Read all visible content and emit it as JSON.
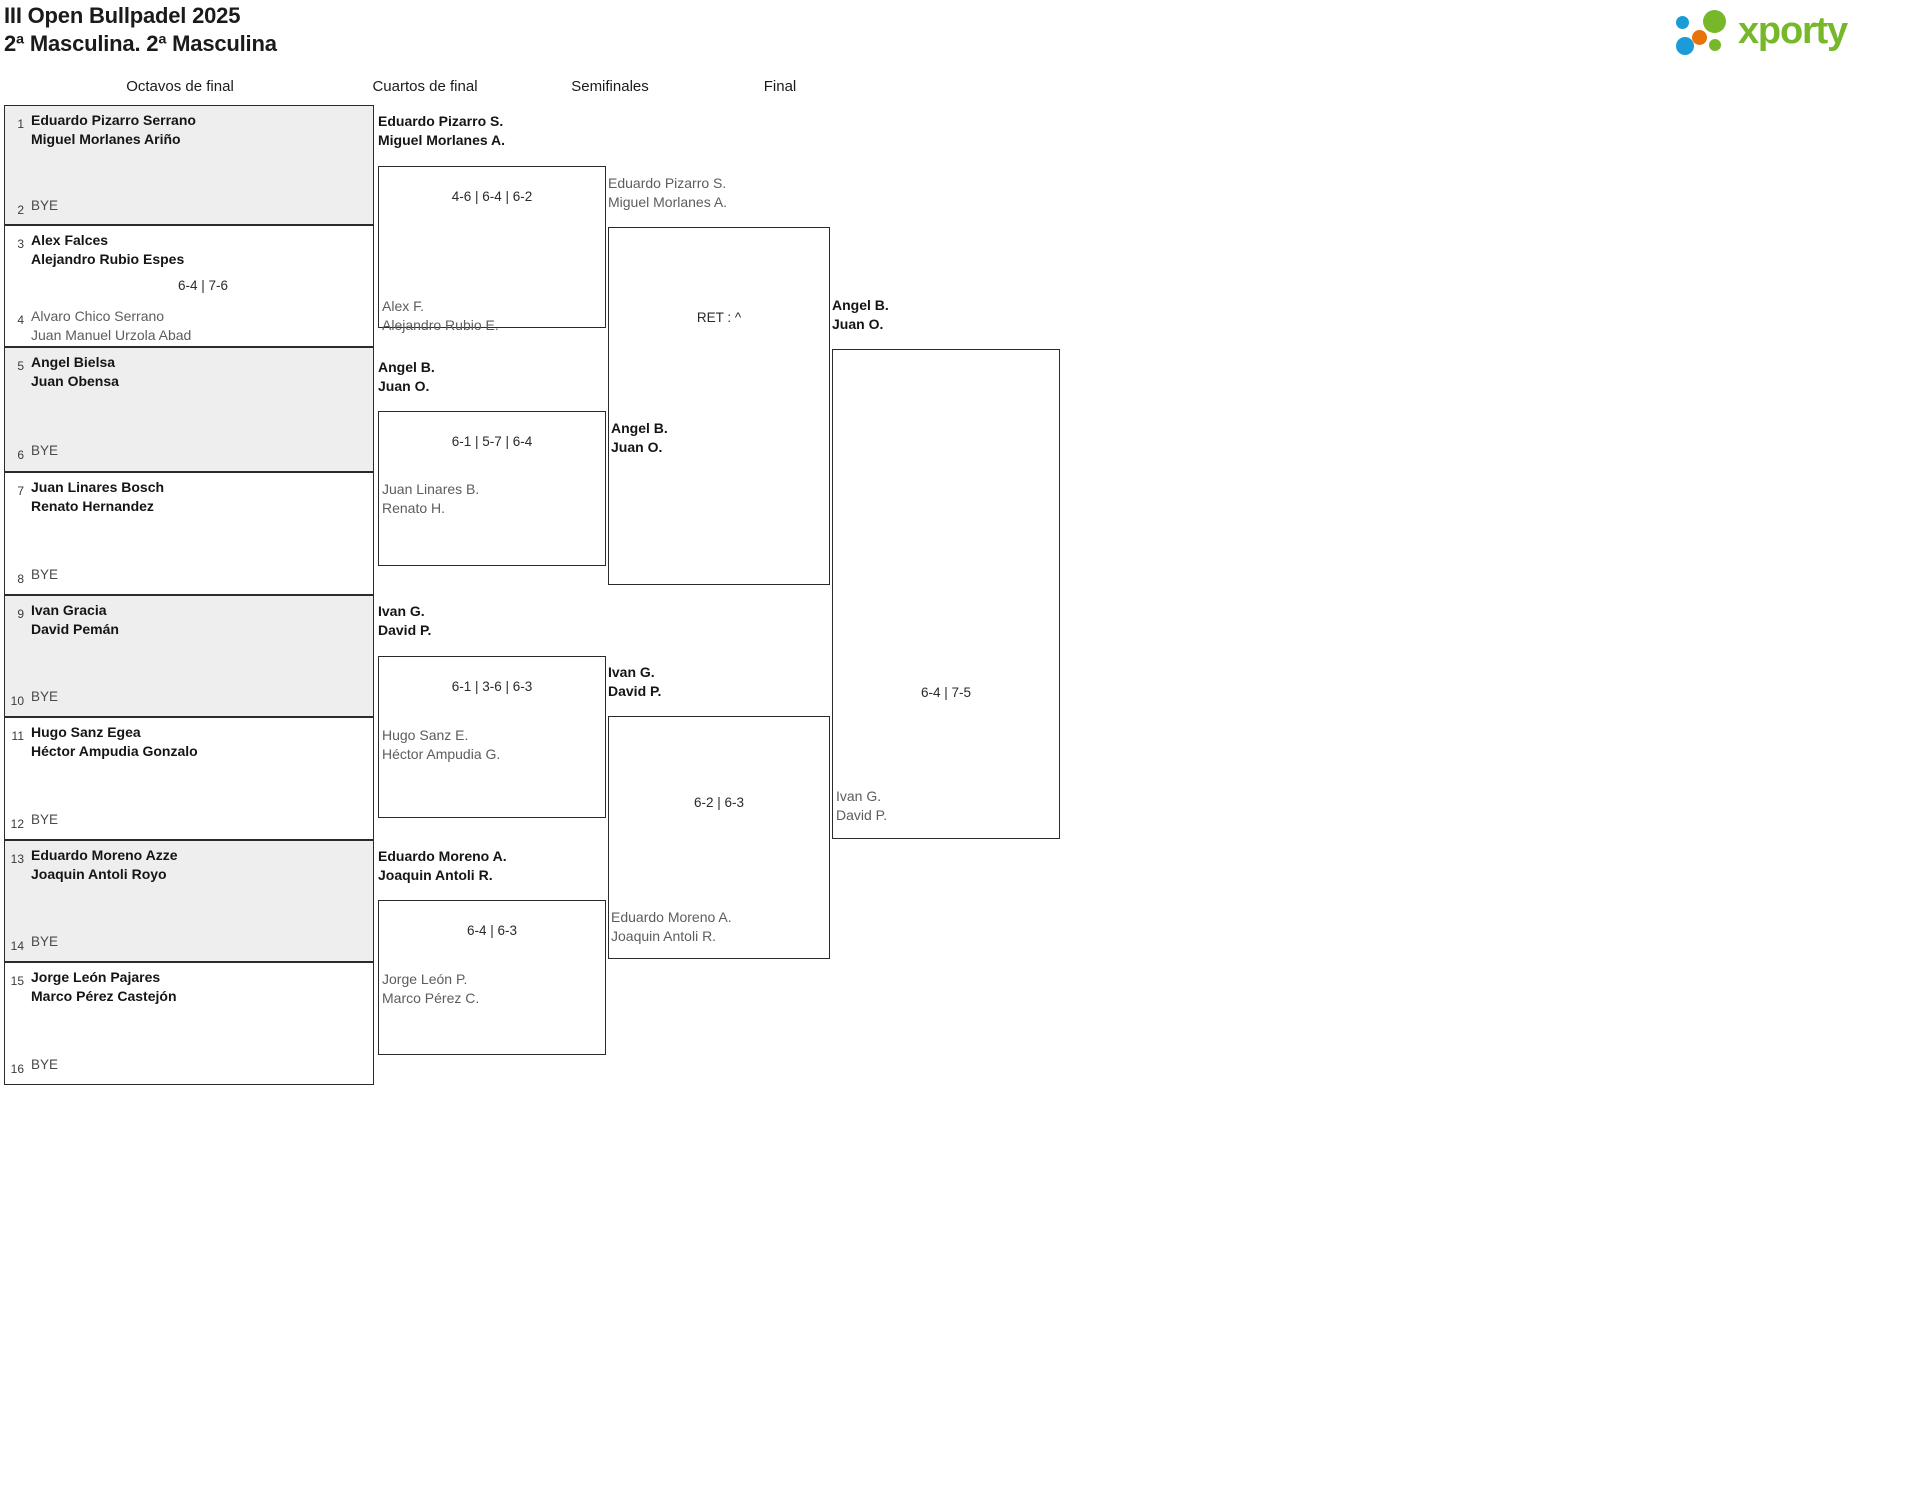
{
  "header": {
    "title_line1": "III Open Bullpadel 2025",
    "title_line2": "2ª Masculina. 2ª Masculina",
    "logo_text": "xporty",
    "logo_colors": {
      "green": "#76b82a",
      "blue": "#1b9bd8",
      "orange": "#e8730c"
    }
  },
  "rounds": [
    {
      "label": "Octavos de final"
    },
    {
      "label": "Cuartos de final"
    },
    {
      "label": "Semifinales"
    },
    {
      "label": "Final"
    }
  ],
  "round1": [
    {
      "seed_top": "1",
      "seed_bottom": "2",
      "top": {
        "p1": "Eduardo Pizarro Serrano",
        "p2": "Miguel Morlanes Ariño",
        "result": "winner"
      },
      "bottom": {
        "p1": "BYE",
        "p2": "",
        "result": "bye"
      },
      "score": "",
      "shaded": true
    },
    {
      "seed_top": "3",
      "seed_bottom": "4",
      "top": {
        "p1": "Alex Falces",
        "p2": "Alejandro Rubio Espes",
        "result": "winner"
      },
      "bottom": {
        "p1": "Alvaro Chico Serrano",
        "p2": "Juan Manuel Urzola Abad",
        "result": "loser"
      },
      "score": "6-4 | 7-6",
      "shaded": false
    },
    {
      "seed_top": "5",
      "seed_bottom": "6",
      "top": {
        "p1": "Angel Bielsa",
        "p2": "Juan Obensa",
        "result": "winner"
      },
      "bottom": {
        "p1": "BYE",
        "p2": "",
        "result": "bye"
      },
      "score": "",
      "shaded": true
    },
    {
      "seed_top": "7",
      "seed_bottom": "8",
      "top": {
        "p1": "Juan Linares Bosch",
        "p2": "Renato Hernandez",
        "result": "winner"
      },
      "bottom": {
        "p1": "BYE",
        "p2": "",
        "result": "bye"
      },
      "score": "",
      "shaded": false
    },
    {
      "seed_top": "9",
      "seed_bottom": "10",
      "top": {
        "p1": "Ivan Gracia",
        "p2": "David Pemán",
        "result": "winner"
      },
      "bottom": {
        "p1": "BYE",
        "p2": "",
        "result": "bye"
      },
      "score": "",
      "shaded": true
    },
    {
      "seed_top": "11",
      "seed_bottom": "12",
      "top": {
        "p1": "Hugo Sanz Egea",
        "p2": "Héctor Ampudia Gonzalo",
        "result": "winner"
      },
      "bottom": {
        "p1": "BYE",
        "p2": "",
        "result": "bye"
      },
      "score": "",
      "shaded": false
    },
    {
      "seed_top": "13",
      "seed_bottom": "14",
      "top": {
        "p1": "Eduardo Moreno Azze",
        "p2": "Joaquin Antoli Royo",
        "result": "winner"
      },
      "bottom": {
        "p1": "BYE",
        "p2": "",
        "result": "bye"
      },
      "score": "",
      "shaded": true
    },
    {
      "seed_top": "15",
      "seed_bottom": "16",
      "top": {
        "p1": "Jorge León Pajares",
        "p2": "Marco Pérez Castejón",
        "result": "winner"
      },
      "bottom": {
        "p1": "BYE",
        "p2": "",
        "result": "bye"
      },
      "score": "",
      "shaded": false
    }
  ],
  "round2": [
    {
      "top": {
        "p1": "Eduardo Pizarro S.",
        "p2": "Miguel Morlanes A.",
        "result": "winner"
      },
      "bottom": {
        "p1": "Alex F.",
        "p2": "Alejandro Rubio E.",
        "result": "loser"
      },
      "score": "4-6 | 6-4 | 6-2"
    },
    {
      "top": {
        "p1": "Angel B.",
        "p2": "Juan O.",
        "result": "winner"
      },
      "bottom": {
        "p1": "Juan Linares B.",
        "p2": "Renato H.",
        "result": "loser"
      },
      "score": "6-1 | 5-7 | 6-4"
    },
    {
      "top": {
        "p1": "Ivan G.",
        "p2": "David P.",
        "result": "winner"
      },
      "bottom": {
        "p1": "Hugo Sanz E.",
        "p2": "Héctor Ampudia G.",
        "result": "loser"
      },
      "score": "6-1 | 3-6 | 6-3"
    },
    {
      "top": {
        "p1": "Eduardo Moreno A.",
        "p2": "Joaquin Antoli R.",
        "result": "winner"
      },
      "bottom": {
        "p1": "Jorge León P.",
        "p2": "Marco Pérez C.",
        "result": "loser"
      },
      "score": "6-4 | 6-3"
    }
  ],
  "round3": [
    {
      "top": {
        "p1": "Eduardo Pizarro S.",
        "p2": "Miguel Morlanes A.",
        "result": "loser"
      },
      "bottom": {
        "p1": "Angel B.",
        "p2": "Juan O.",
        "result": "winner"
      },
      "score": "RET : ^"
    },
    {
      "top": {
        "p1": "Ivan G.",
        "p2": "David P.",
        "result": "winner"
      },
      "bottom": {
        "p1": "Eduardo Moreno A.",
        "p2": "Joaquin Antoli R.",
        "result": "loser"
      },
      "score": "6-2 | 6-3"
    }
  ],
  "round4": [
    {
      "top": {
        "p1": "Angel B.",
        "p2": "Juan O.",
        "result": "winner"
      },
      "bottom": {
        "p1": "Ivan G.",
        "p2": "David P.",
        "result": "loser"
      },
      "score": "6-4 | 7-5"
    }
  ]
}
